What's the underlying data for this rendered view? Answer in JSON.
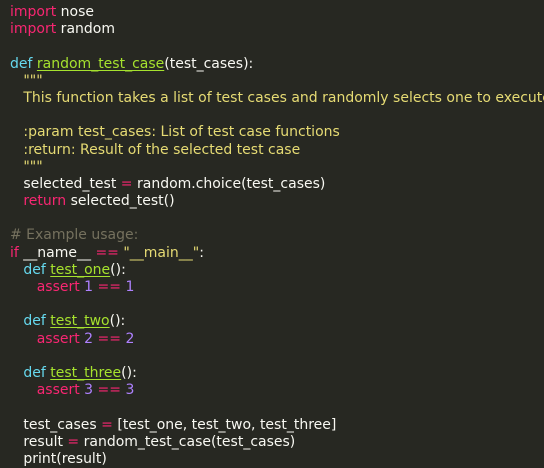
{
  "code": {
    "l1_kw": "import",
    "l1_rest": " nose",
    "l2_kw": "import",
    "l2_rest": " random",
    "l4_def": "def",
    "l4_name": "random_test_case",
    "l4_rest": "(test_cases):",
    "l5_doc": "   \"\"\"",
    "l6_doc": "   This function takes a list of test cases and randomly selects one to execute.",
    "l8_doc": "   :param test_cases: List of test case functions",
    "l9_doc": "   :return: Result of the selected test case",
    "l10_doc": "   \"\"\"",
    "l11_a": "   selected_test ",
    "l11_op": "=",
    "l11_b": " random.choice(test_cases)",
    "l12_kw": "   return",
    "l12_rest": " selected_test()",
    "l14_comment": "# Example usage:",
    "l15_if": "if",
    "l15_a": " __name__ ",
    "l15_op": "==",
    "l15_str": " \"__main__\"",
    "l15_b": ":",
    "l16_def": "   def",
    "l16_name": "test_one",
    "l16_rest": "():",
    "l17_kw": "      assert",
    "l17_n1": " 1",
    "l17_op": " ==",
    "l17_n2": " 1",
    "l19_def": "   def",
    "l19_name": "test_two",
    "l19_rest": "():",
    "l20_kw": "      assert",
    "l20_n1": " 2",
    "l20_op": " ==",
    "l20_n2": " 2",
    "l22_def": "   def",
    "l22_name": "test_three",
    "l22_rest": "():",
    "l23_kw": "      assert",
    "l23_n1": " 3",
    "l23_op": " ==",
    "l23_n2": " 3",
    "l25_a": "   test_cases ",
    "l25_op": "=",
    "l25_b": " [test_one, test_two, test_three]",
    "l26_a": "   result ",
    "l26_op": "=",
    "l26_b": " random_test_case(test_cases)",
    "l27": "   print(result)"
  }
}
